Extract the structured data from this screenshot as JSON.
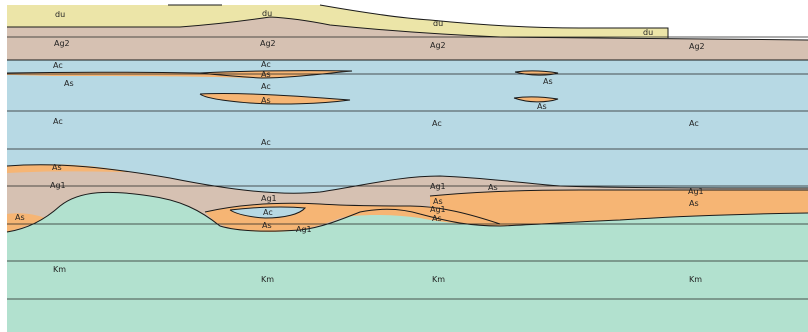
{
  "colors": {
    "du": "#ece5a8",
    "Ag2": "#d6c1b2",
    "Ac": "#b7d9e4",
    "As": "#f6b574",
    "Ag1": "#d6c1b2",
    "Km": "#b2e1cf",
    "line": "#1a1a1a"
  },
  "layers": {
    "du": "du",
    "ag2": "Ag2",
    "ac": "Ac",
    "as": "As",
    "ag1": "Ag1",
    "km": "Km"
  }
}
